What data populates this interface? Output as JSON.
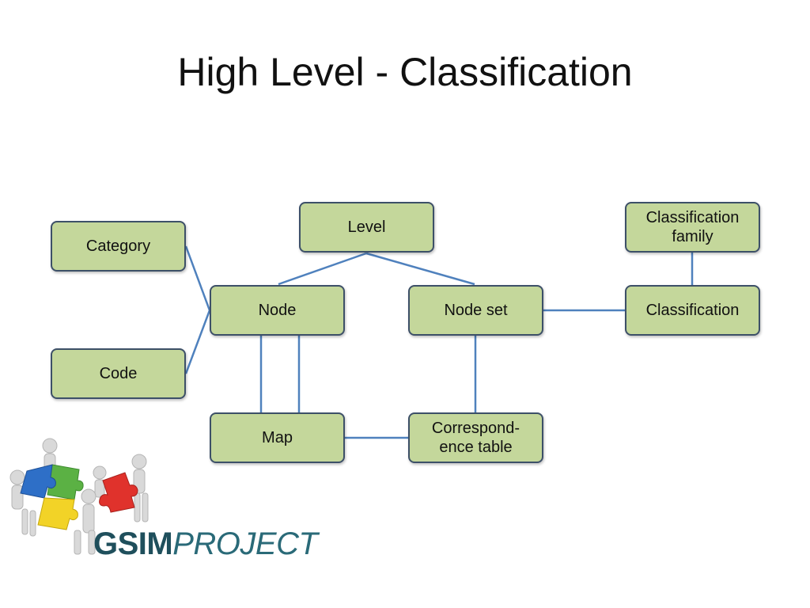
{
  "slide": {
    "title": "High Level - Classification"
  },
  "diagram": {
    "nodes": {
      "level": "Level",
      "category": "Category",
      "code": "Code",
      "node": "Node",
      "node_set": "Node set",
      "classification_family": "Classification\nfamily",
      "classification": "Classification",
      "map": "Map",
      "correspondence_table": "Correspond-\nence table"
    },
    "edges": [
      [
        "category",
        "node"
      ],
      [
        "code",
        "node"
      ],
      [
        "level",
        "node"
      ],
      [
        "level",
        "node_set"
      ],
      [
        "node",
        "map"
      ],
      [
        "node",
        "map"
      ],
      [
        "node_set",
        "classification"
      ],
      [
        "classification_family",
        "classification"
      ],
      [
        "node_set",
        "correspondence_table"
      ],
      [
        "map",
        "correspondence_table"
      ]
    ],
    "box_fill_color": "#c4d79b",
    "box_border_color": "#3d5068",
    "connector_color": "#4f81bd"
  },
  "logo": {
    "brand_bold": "GSIM",
    "brand_light": "PROJECT",
    "icon": "puzzle-people-icon"
  }
}
